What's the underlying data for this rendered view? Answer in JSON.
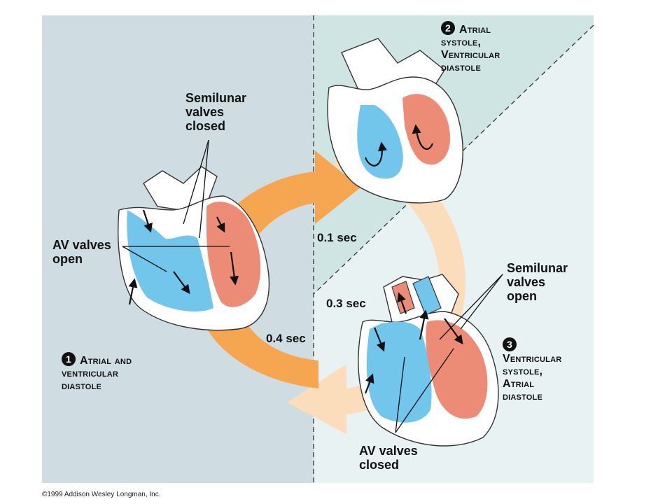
{
  "phase1": {
    "number": "1",
    "line1": "Atrial and",
    "line2": "ventricular",
    "line3": "diastole"
  },
  "phase2": {
    "number": "2",
    "line1": "Atrial",
    "line2": "systole,",
    "line3": "Ventricular",
    "line4": "diastole"
  },
  "phase3": {
    "number": "3",
    "line1": "Ventricular",
    "line2": "systole,",
    "line3": "Atrial",
    "line4": "diastole"
  },
  "labels": {
    "semilunar_closed_1": "Semilunar",
    "semilunar_closed_2": "valves",
    "semilunar_closed_3": "closed",
    "av_open_1": "AV valves",
    "av_open_2": "open",
    "semilunar_open_1": "Semilunar",
    "semilunar_open_2": "valves",
    "semilunar_open_3": "open",
    "av_closed_1": "AV valves",
    "av_closed_2": "closed"
  },
  "timings": {
    "t1": "0.1 sec",
    "t2": "0.3 sec",
    "t3": "0.4 sec"
  },
  "copyright": "©1999 Addison Wesley Longman, Inc.",
  "colors": {
    "left_panel": "#cfdde2",
    "right_panel": "#e9f2f2",
    "triangle": "#cfe5e3",
    "blood_blue": "#72c5eb",
    "blood_red": "#ec8c76",
    "arrow_orange": "#f6a550",
    "arrow_peach": "#fbdcbb"
  }
}
